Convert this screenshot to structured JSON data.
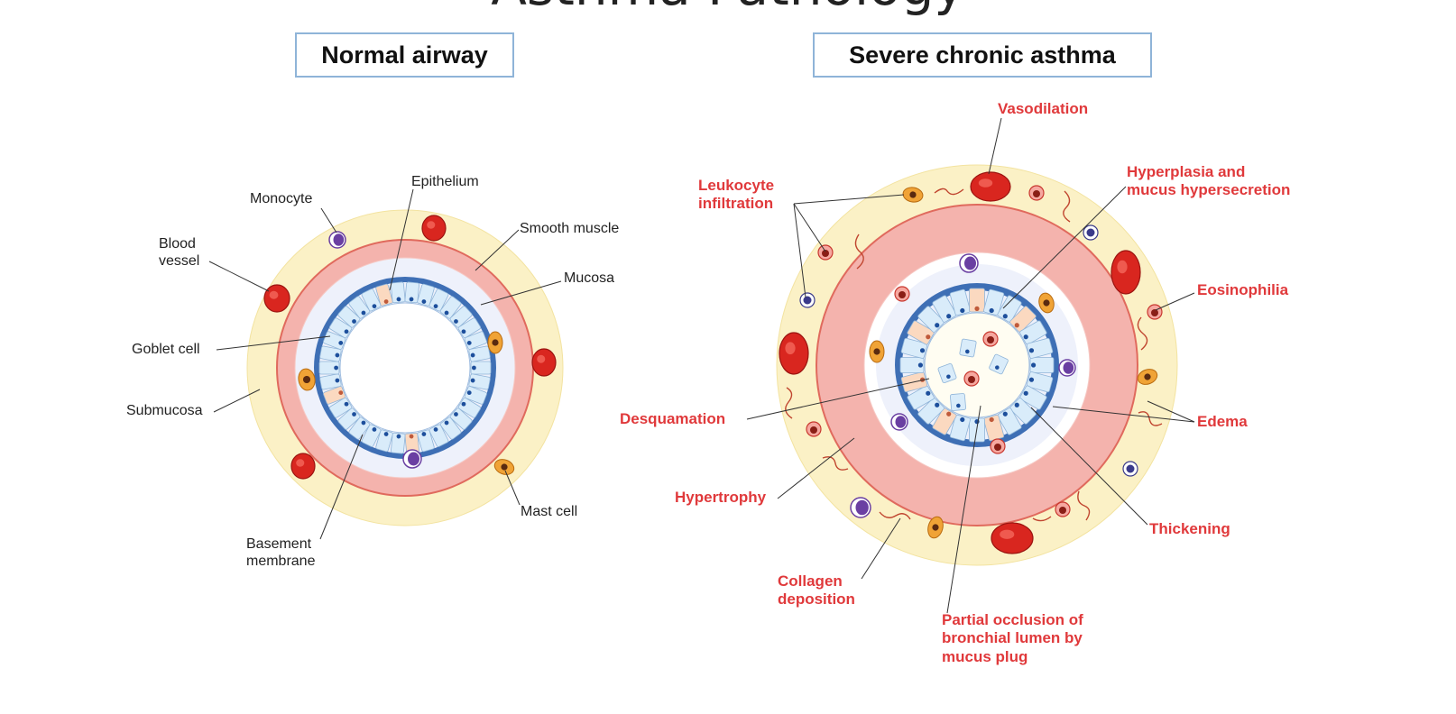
{
  "title": "Asthma Pathology",
  "normal": {
    "heading": "Normal airway",
    "labels": {
      "monocyte": "Monocyte",
      "epithelium": "Epithelium",
      "smooth_muscle": "Smooth muscle",
      "blood_vessel_1": "Blood",
      "blood_vessel_2": "vessel",
      "mucosa": "Mucosa",
      "goblet_cell": "Goblet cell",
      "submucosa": "Submucosa",
      "mast_cell": "Mast cell",
      "basement_1": "Basement",
      "basement_2": "membrane"
    }
  },
  "asthma": {
    "heading": "Severe chronic asthma",
    "labels": {
      "vasodilation": "Vasodilation",
      "leukocyte_1": "Leukocyte",
      "leukocyte_2": "infiltration",
      "hyperplasia_1": "Hyperplasia and",
      "hyperplasia_2": "mucus hypersecretion",
      "eosinophilia": "Eosinophilia",
      "desquamation": "Desquamation",
      "edema": "Edema",
      "hypertrophy": "Hypertrophy",
      "thickening": "Thickening",
      "collagen_1": "Collagen",
      "collagen_2": "deposition",
      "occlusion_1": "Partial occlusion of",
      "occlusion_2": "bronchial lumen by",
      "occlusion_3": "mucus plug"
    }
  },
  "colors": {
    "submucosa": "#fbf1c6",
    "smooth_muscle": "#f4b3ad",
    "muscle_edge": "#e06a5d",
    "mucosa": "#eef1fb",
    "basement": "#3e6fb5",
    "epithelial_cell": "#d9ecfa",
    "cell_nucleus": "#1d4f9c",
    "goblet_cell": "#fbd9c0",
    "blood_vessel": "#d9261f",
    "monocyte": "#6a3fa2",
    "mast_cell": "#f0a336",
    "normal_text": "#222222",
    "asthma_text": "#e0393b",
    "heading_border": "#8fb4d8"
  }
}
